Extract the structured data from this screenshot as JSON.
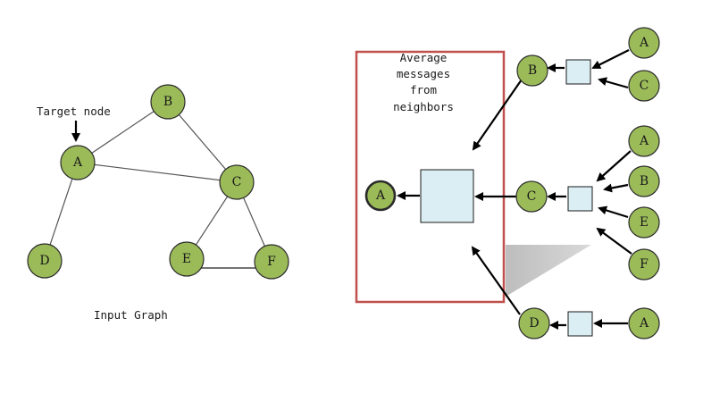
{
  "input_graph": {
    "caption": "Input Graph",
    "target_label": "Target node",
    "nodes": {
      "A": "A",
      "B": "B",
      "C": "C",
      "D": "D",
      "E": "E",
      "F": "F"
    }
  },
  "computation_graph": {
    "aggregation_caption": [
      "Average",
      "messages",
      "from",
      "neighbors"
    ],
    "root": "A",
    "level1": {
      "B": "B",
      "C": "C",
      "D": "D"
    },
    "level2_of_B": [
      "A",
      "C"
    ],
    "level2_of_C": [
      "A",
      "B",
      "E",
      "F"
    ],
    "level2_of_D": [
      "A"
    ]
  },
  "colors": {
    "node_fill": "#9bbb59",
    "box_fill": "#daeef3",
    "highlight_frame": "#c0504d"
  }
}
